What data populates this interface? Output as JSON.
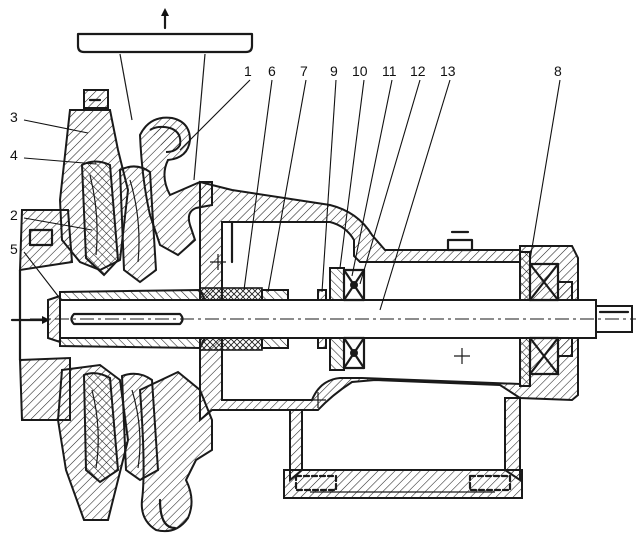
{
  "diagram": {
    "part_labels": [
      "1",
      "2",
      "3",
      "4",
      "5",
      "6",
      "7",
      "8",
      "9",
      "10",
      "11",
      "12",
      "13"
    ]
  }
}
